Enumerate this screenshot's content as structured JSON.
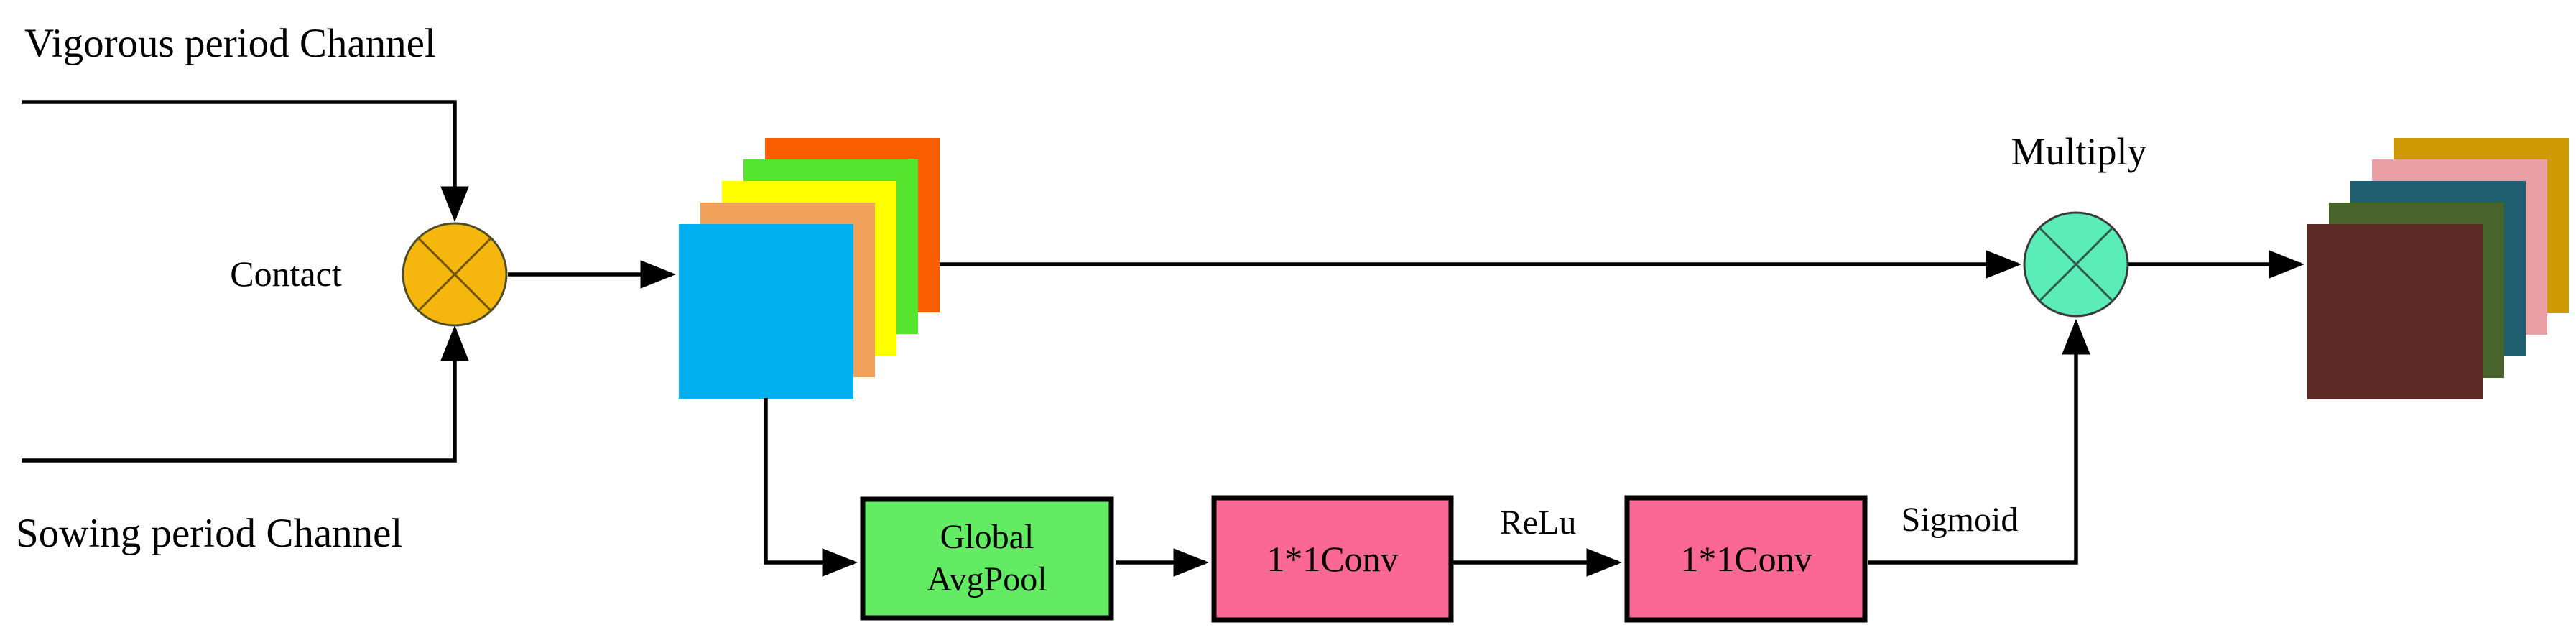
{
  "labels": {
    "top_input": "Vigorous period Channel",
    "bottom_input": "Sowing period Channel",
    "concat_op": "Contact",
    "multiply_op": "Multiply",
    "pool_line1": "Global",
    "pool_line2": "AvgPool",
    "conv1": "1*1Conv",
    "conv2": "1*1Conv",
    "relu": "ReLu",
    "sigmoid": "Sigmoid"
  },
  "colors": {
    "background": "#ffffff",
    "line": "#000000",
    "box_border": "#000000",
    "contact_circle_fill": "#f5b70d",
    "contact_circle_stroke": "#4d4d2a",
    "contact_x_stroke": "#6b5409",
    "multiply_circle_fill": "#5bedb9",
    "multiply_circle_stroke": "#3a3a3a",
    "multiply_x_stroke": "#33594e",
    "pool_box_fill": "#63eb63",
    "conv_box_fill": "#fb6896",
    "left_stack_back_to_front": [
      "#fa5d00",
      "#55e52e",
      "#ffff00",
      "#f0a059",
      "#00b0f0"
    ],
    "right_stack_back_to_front": [
      "#ce9b04",
      "#e8a0a5",
      "#1f5e6e",
      "#48632b",
      "#5e2a25"
    ]
  }
}
